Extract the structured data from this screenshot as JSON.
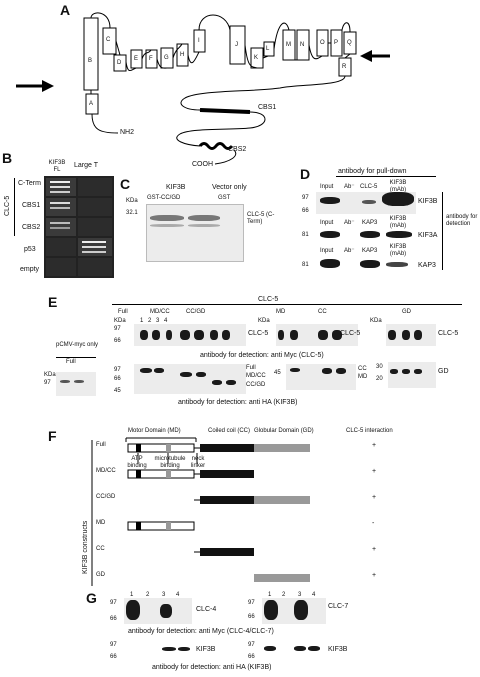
{
  "panels": {
    "A": "A",
    "B": "B",
    "C": "C",
    "D": "D",
    "E": "E",
    "F": "F",
    "G": "G"
  },
  "panelA": {
    "segments": [
      "A",
      "B",
      "C",
      "D",
      "E",
      "F",
      "G",
      "H",
      "I",
      "J",
      "K",
      "L",
      "M",
      "N",
      "O",
      "P",
      "Q",
      "R"
    ],
    "nterm": "NH2",
    "cterm": "COOH",
    "cbs1": "CBS1",
    "cbs2": "CBS2"
  },
  "panelB": {
    "col_kif": "KIF3B FL",
    "col_large": "Large T",
    "group": "CLC-5",
    "rows": [
      "C-Term",
      "CBS1",
      "CBS2",
      "p53",
      "empty"
    ]
  },
  "panelC": {
    "header_kif": "KIF3B",
    "header_vec": "Vector only",
    "lane1": "GST-CC/GD",
    "lane2": "GST",
    "kda": "KDa",
    "mw": "32.1",
    "band": "CLC-5 (C-Term)"
  },
  "panelD": {
    "title": "antibody for pull-down",
    "row1": {
      "cols": [
        "Input",
        "Ab⁻",
        "CLC-5",
        "KIF3B (mAb)"
      ],
      "mw": [
        "97",
        "66"
      ],
      "label": "KIF3B"
    },
    "row2": {
      "cols": [
        "Input",
        "Ab⁻",
        "KAP3",
        "KIF3B (mAb)"
      ],
      "mw": [
        "81"
      ],
      "label": "KIF3A"
    },
    "row3": {
      "cols": [
        "Input",
        "Ab⁻",
        "KAP3",
        "KIF3B (mAb)"
      ],
      "mw": [
        "81"
      ],
      "label": "KAP3"
    },
    "side": "antibody for detection"
  },
  "panelE": {
    "top": "CLC-5",
    "kda": "KDa",
    "groups": [
      "Full",
      "MD/CC",
      "CC/GD",
      "MD",
      "CC",
      "GD"
    ],
    "lanes": [
      "1",
      "2",
      "3",
      "4"
    ],
    "vector": "pCMV-myc only",
    "vector_full": "Full",
    "band_top": "CLC-5",
    "mw_top": [
      "97",
      "66"
    ],
    "mw_bot": [
      "97",
      "66",
      "45"
    ],
    "mw_mid": [
      "45"
    ],
    "mw_gd": [
      "30",
      "20"
    ],
    "bands_bot": [
      "Full",
      "MD/CC",
      "CC/GD"
    ],
    "bands_mid": [
      "CC",
      "MD"
    ],
    "band_gd": "GD",
    "det_top": "antibody for detection: anti Myc (CLC-5)",
    "det_bot": "antibody for detection: anti HA (KIF3B)"
  },
  "panelF": {
    "headers": {
      "md": "Motor Domain (MD)",
      "cc": "Coiled coil (CC)",
      "gd": "Globular Domain (GD)",
      "interaction": "CLC-5 interaction"
    },
    "ylabel": "KIF3B constructs",
    "annotations": [
      "ATP binding",
      "microtubule binding",
      "neck linker"
    ],
    "rows": [
      {
        "name": "Full",
        "md": 1,
        "cc": 1,
        "gd": 1,
        "result": "+"
      },
      {
        "name": "MD/CC",
        "md": 1,
        "cc": 1,
        "gd": 0,
        "result": "+"
      },
      {
        "name": "CC/GD",
        "md": 0,
        "cc": 1,
        "gd": 1,
        "result": "+"
      },
      {
        "name": "MD",
        "md": 1,
        "cc": 0,
        "gd": 0,
        "result": "-"
      },
      {
        "name": "CC",
        "md": 0,
        "cc": 1,
        "gd": 0,
        "result": "+"
      },
      {
        "name": "GD",
        "md": 0,
        "cc": 0,
        "gd": 1,
        "result": "+"
      }
    ],
    "colors": {
      "cc": "#111111",
      "gd": "#999999"
    }
  },
  "panelG": {
    "lanes": [
      "1",
      "2",
      "3",
      "4"
    ],
    "mw": [
      "97",
      "66"
    ],
    "band_left": "CLC-4",
    "band_right": "CLC-7",
    "band_bot": "KIF3B",
    "det_top": "antibody for detection: anti Myc (CLC-4/CLC-7)",
    "det_bot": "antibody for detection: anti HA (KIF3B)"
  }
}
